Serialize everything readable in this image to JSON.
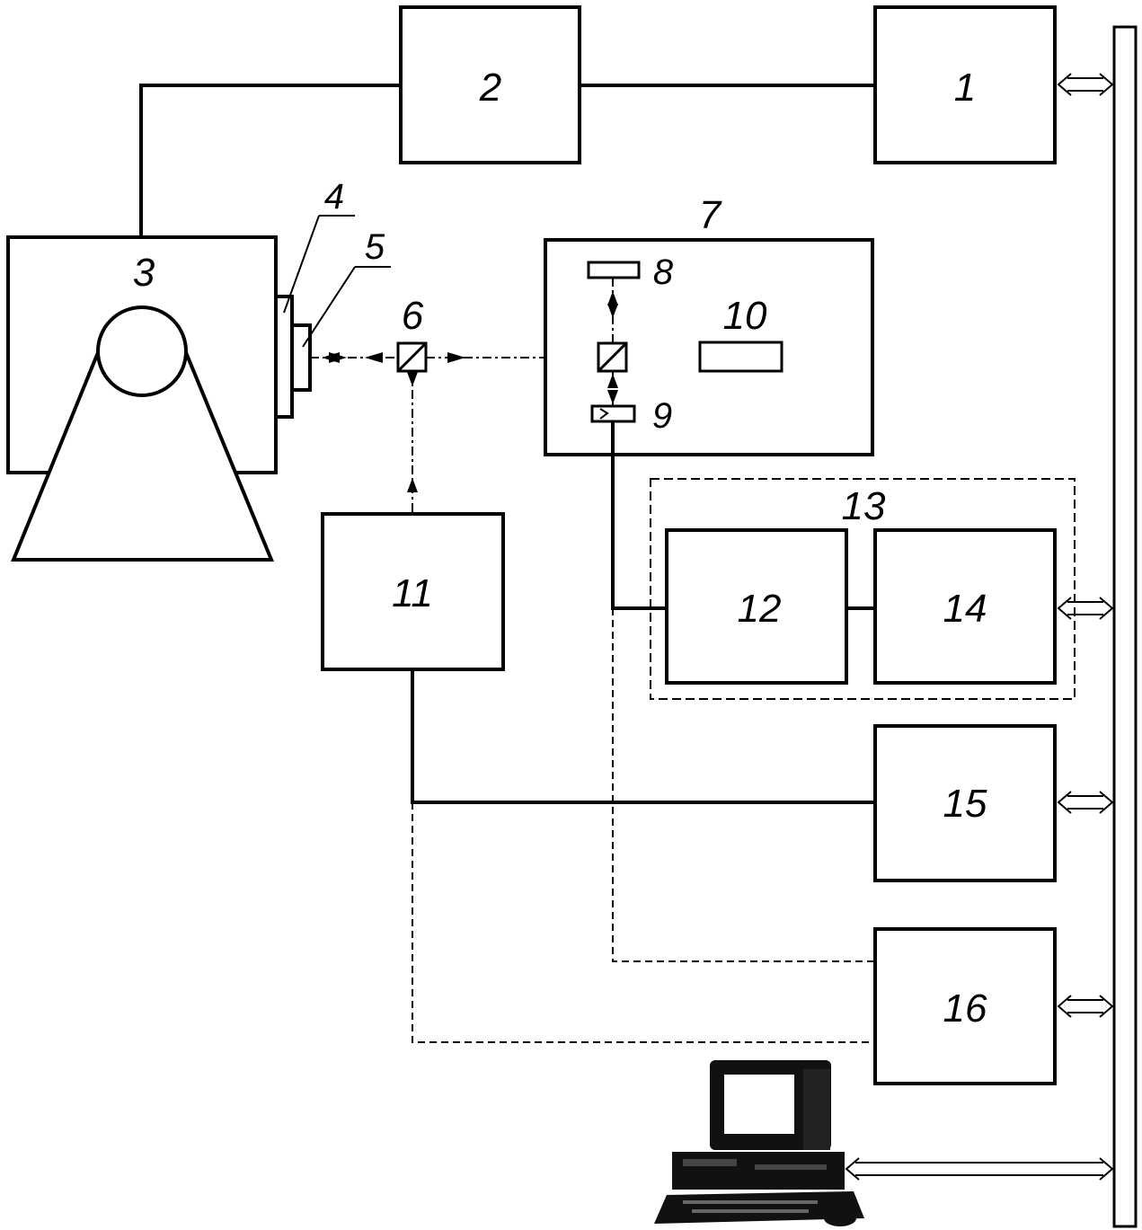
{
  "blocks": {
    "b1": "1",
    "b2": "2",
    "b3": "3",
    "b4": "4",
    "b5": "5",
    "b6": "6",
    "b7": "7",
    "b8": "8",
    "b9": "9",
    "b10": "10",
    "b11": "11",
    "b12": "12",
    "b13": "13",
    "b14": "14",
    "b15": "15",
    "b16": "16"
  },
  "icons": {
    "computer": "computer-icon",
    "beam_splitter": "beam-splitter-icon"
  },
  "colors": {
    "line": "#000000",
    "background": "#ffffff"
  }
}
